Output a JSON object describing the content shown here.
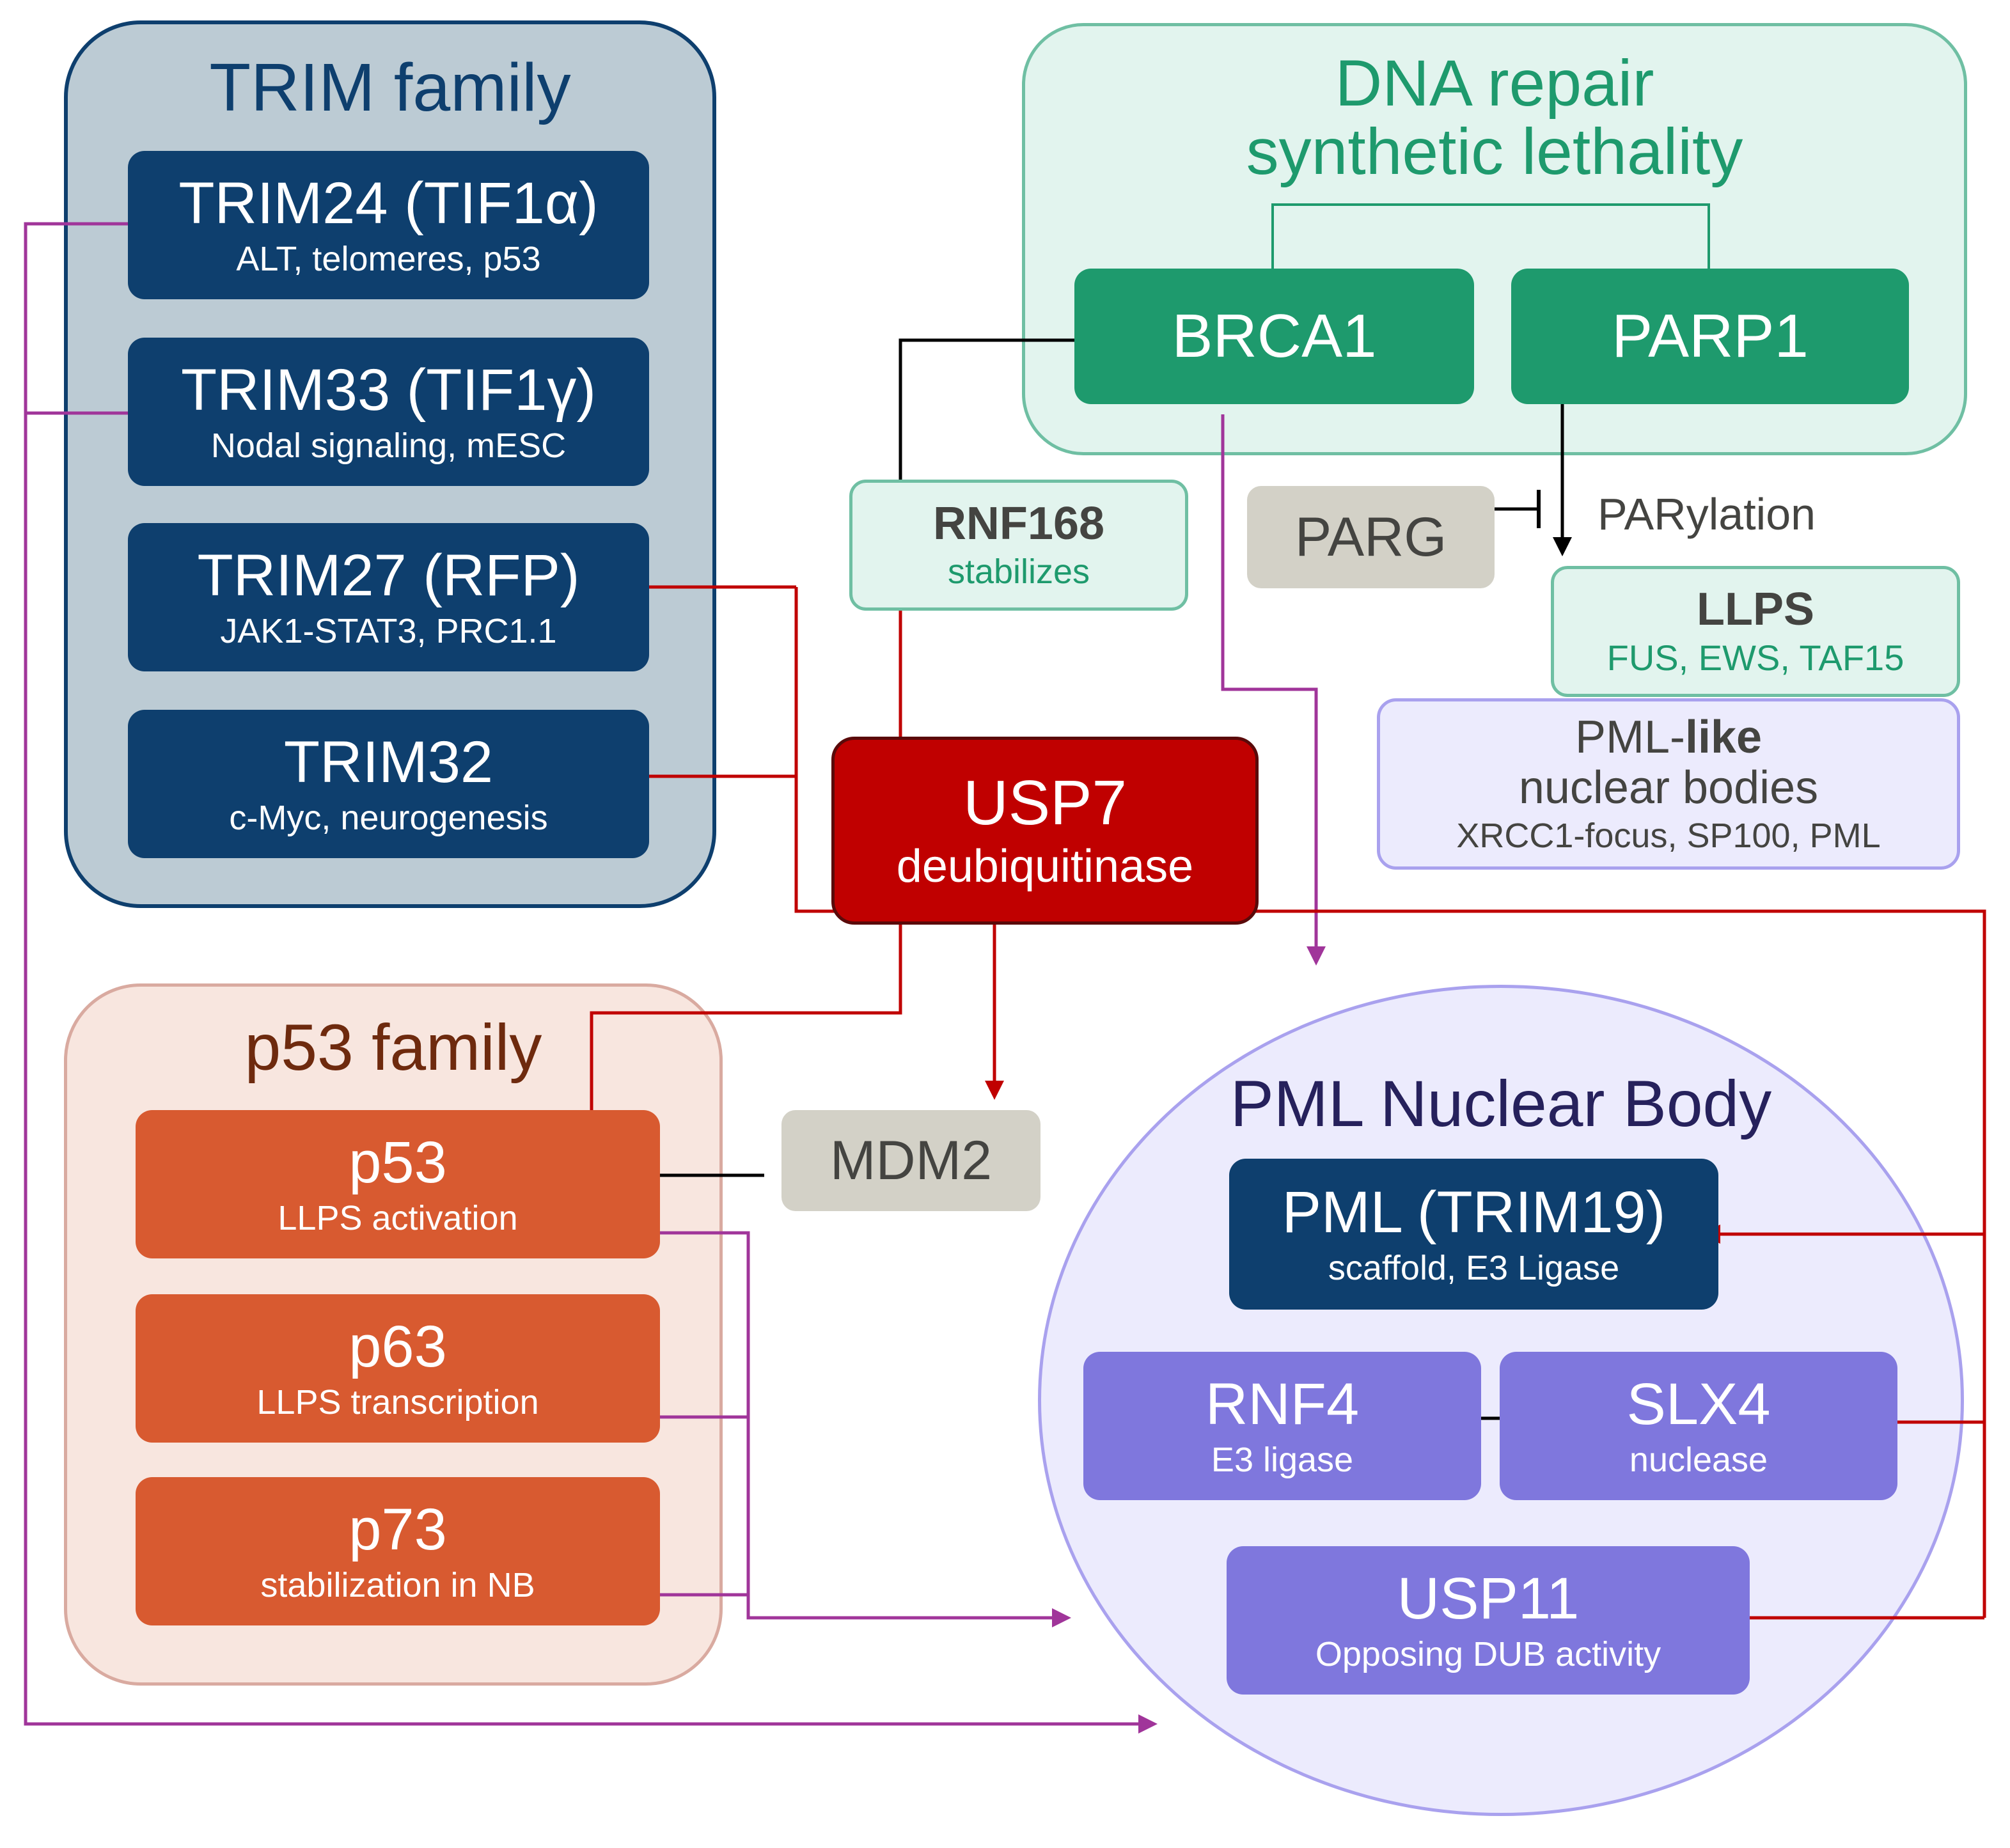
{
  "trim_family": {
    "title": "TRIM family",
    "items": [
      {
        "name": "TRIM24 (TIF1α)",
        "sub": "ALT, telomeres, p53"
      },
      {
        "name": "TRIM33 (TIF1γ)",
        "sub": "Nodal signaling, mESC"
      },
      {
        "name": "TRIM27 (RFP)",
        "sub": "JAK1-STAT3, PRC1.1"
      },
      {
        "name": "TRIM32",
        "sub": "c-Myc, neurogenesis"
      }
    ]
  },
  "dna_repair": {
    "title_line1": "DNA repair",
    "title_line2": "synthetic lethality",
    "brca1": "BRCA1",
    "parp1": "PARP1"
  },
  "rnf168": {
    "name": "RNF168",
    "sub": "stabilizes"
  },
  "parg": "PARG",
  "parylation": "PARylation",
  "llps": {
    "name": "LLPS",
    "sub": "FUS, EWS, TAF15"
  },
  "pml_like": {
    "name_prefix": "PML-",
    "name_bold": "like",
    "line2": "nuclear bodies",
    "sub": "XRCC1-focus, SP100, PML"
  },
  "usp7": {
    "name": "USP7",
    "sub": "deubiquitinase"
  },
  "mdm2": "MDM2",
  "p53_family": {
    "title": "p53 family",
    "items": [
      {
        "name": "p53",
        "sub": "LLPS activation"
      },
      {
        "name": "p63",
        "sub": "LLPS transcription"
      },
      {
        "name": "p73",
        "sub": "stabilization in NB"
      }
    ]
  },
  "pml_nb": {
    "title": "PML Nuclear Body",
    "pml": {
      "name": "PML (TRIM19)",
      "sub": "scaffold, E3 Ligase"
    },
    "rnf4": {
      "name": "RNF4",
      "sub": "E3 ligase"
    },
    "slx4": {
      "name": "SLX4",
      "sub": "nuclease"
    },
    "usp11": {
      "name": "USP11",
      "sub": "Opposing DUB activity"
    }
  },
  "colors": {
    "trim_navy": "#0e3f6e",
    "dna_green": "#1e9a6d",
    "usp7_red": "#c00000",
    "p53_orange": "#d85a30",
    "pml_purple": "#7f77dd",
    "edge_red": "#c00000",
    "edge_magenta": "#a0359a",
    "edge_black": "#000000"
  }
}
